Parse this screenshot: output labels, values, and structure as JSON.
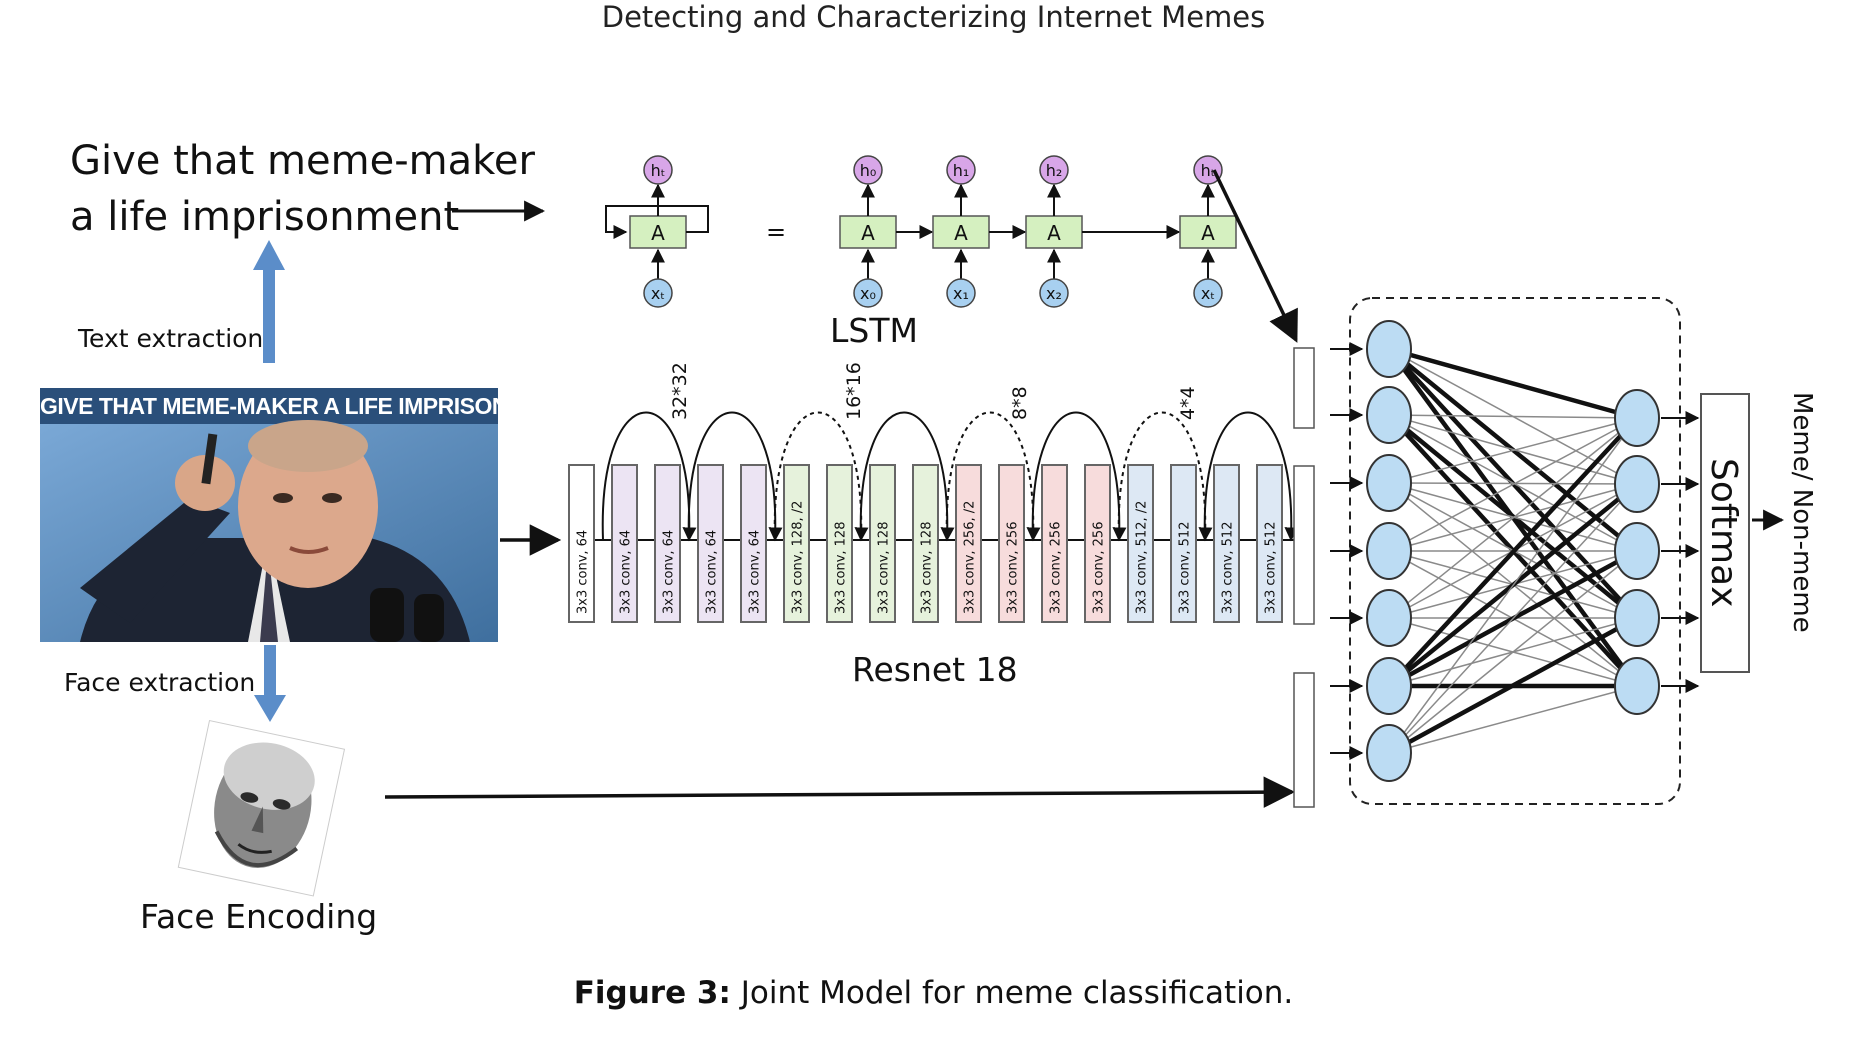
{
  "header": {
    "title": "Detecting and Characterizing Internet Memes"
  },
  "input_text": {
    "line1": "Give that meme-maker",
    "line2": "a life imprisonment"
  },
  "labels": {
    "text_extraction": "Text extraction",
    "face_extraction": "Face extraction",
    "face_encoding": "Face Encoding",
    "lstm": "LSTM",
    "resnet": "Resnet 18",
    "softmax": "Softmax",
    "output": "Meme/ Non-meme"
  },
  "meme": {
    "banner": "GIVE THAT MEME-MAKER A LIFE IMPRISONMENT"
  },
  "lstm": {
    "cell_label": "A",
    "equals": "=",
    "rolled": {
      "h": "hₜ",
      "x": "xₜ"
    },
    "unrolled": [
      {
        "h": "h₀",
        "x": "x₀"
      },
      {
        "h": "h₁",
        "x": "x₁"
      },
      {
        "h": "h₂",
        "x": "x₂"
      },
      {
        "h": "hₜ",
        "x": "xₜ"
      }
    ]
  },
  "resnet": {
    "layers": [
      {
        "label": "3x3 conv, 64",
        "color": "#ffffff"
      },
      {
        "label": "3x3 conv, 64",
        "color": "#ece4f3"
      },
      {
        "label": "3x3 conv, 64",
        "color": "#ece4f3"
      },
      {
        "label": "3x3 conv, 64",
        "color": "#ece4f3"
      },
      {
        "label": "3x3 conv, 64",
        "color": "#ece4f3"
      },
      {
        "label": "3x3 conv, 128, /2",
        "color": "#e6f2dc"
      },
      {
        "label": "3x3 conv, 128",
        "color": "#e6f2dc"
      },
      {
        "label": "3x3 conv, 128",
        "color": "#e6f2dc"
      },
      {
        "label": "3x3 conv, 128",
        "color": "#e6f2dc"
      },
      {
        "label": "3x3 conv, 256, /2",
        "color": "#f7dcdc"
      },
      {
        "label": "3x3 conv, 256",
        "color": "#f7dcdc"
      },
      {
        "label": "3x3 conv, 256",
        "color": "#f7dcdc"
      },
      {
        "label": "3x3 conv, 256",
        "color": "#f7dcdc"
      },
      {
        "label": "3x3 conv, 512, /2",
        "color": "#dde8f4"
      },
      {
        "label": "3x3 conv, 512",
        "color": "#dde8f4"
      },
      {
        "label": "3x3 conv, 512",
        "color": "#dde8f4"
      },
      {
        "label": "3x3 conv, 512",
        "color": "#dde8f4"
      }
    ],
    "sizes": [
      "32*32",
      "16*16",
      "8*8",
      "4*4"
    ]
  },
  "colors": {
    "node_fill": "#bcdcf3",
    "lstm_cell": "#d5f0c0",
    "h_node": "#d8a6e8",
    "x_node": "#a8d0f0",
    "arrow_blue": "#5b8dc9"
  },
  "caption": {
    "figure": "Figure 3:",
    "text": "Joint Model for meme classification."
  }
}
